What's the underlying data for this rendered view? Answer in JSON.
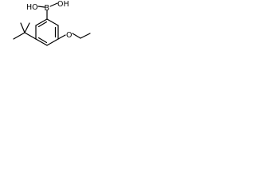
{
  "molecule": {
    "atoms": {
      "boron": "B",
      "hydroxyl_left": "HO",
      "hydroxyl_right": "OH",
      "ether_oxygen": "O"
    },
    "colors": {
      "bond": "#000000",
      "label": "#000000",
      "background": "#ffffff"
    }
  }
}
